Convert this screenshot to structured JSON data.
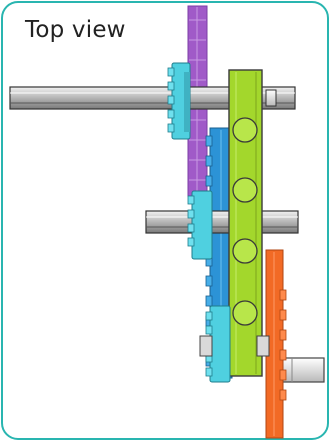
{
  "title": "Top view",
  "colors": {
    "frame": "#29b5b0",
    "purple_gear": "#a05ac8",
    "cyan_gear": "#4fd0e0",
    "blue_gear": "#2c93d6",
    "green_beam": "#a3d72c",
    "orange_gear": "#f26a25",
    "axle": "#c8c8c8"
  },
  "parts": [
    {
      "name": "purple-gear",
      "label": ""
    },
    {
      "name": "cyan-gear-small-top",
      "label": ""
    },
    {
      "name": "blue-gear",
      "label": ""
    },
    {
      "name": "cyan-gear-middle",
      "label": ""
    },
    {
      "name": "green-beam",
      "label": ""
    },
    {
      "name": "orange-gear",
      "label": ""
    },
    {
      "name": "cyan-gear-bottom",
      "label": ""
    }
  ]
}
